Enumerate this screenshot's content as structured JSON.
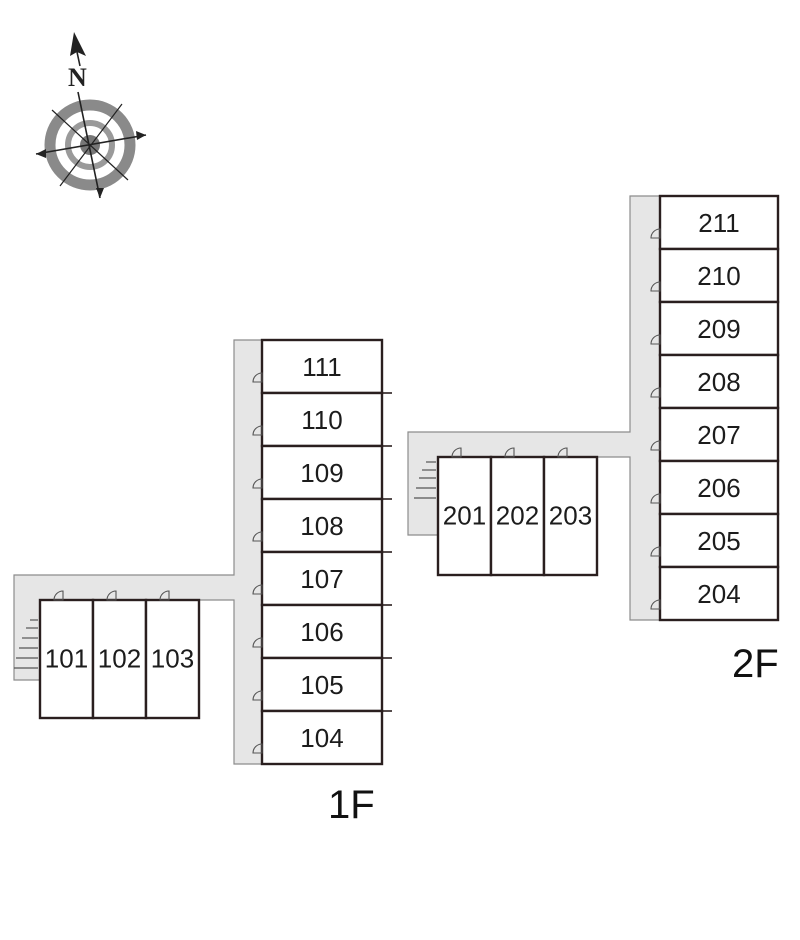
{
  "compass": {
    "north_label": "N",
    "icon": "compass-rose-icon"
  },
  "floors": [
    {
      "label": "1F",
      "rooms": [
        "101",
        "102",
        "103",
        "104",
        "105",
        "106",
        "107",
        "108",
        "109",
        "110",
        "111"
      ]
    },
    {
      "label": "2F",
      "rooms": [
        "201",
        "202",
        "203",
        "204",
        "205",
        "206",
        "207",
        "208",
        "209",
        "210",
        "211"
      ]
    }
  ],
  "colors": {
    "wall": "#2a1f1f",
    "corridor": "#e6e6e6",
    "corridor_edge": "#8c8c8c"
  }
}
